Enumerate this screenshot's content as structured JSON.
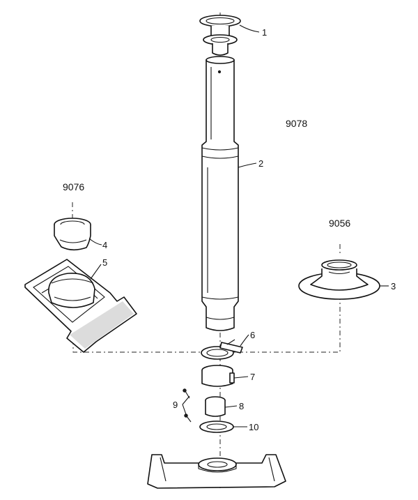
{
  "figure": {
    "assembly_codes": {
      "center": "9078",
      "left": "9076",
      "right": "9056"
    },
    "callouts": [
      "1",
      "2",
      "3",
      "4",
      "5",
      "6",
      "7",
      "8",
      "9",
      "10"
    ]
  }
}
